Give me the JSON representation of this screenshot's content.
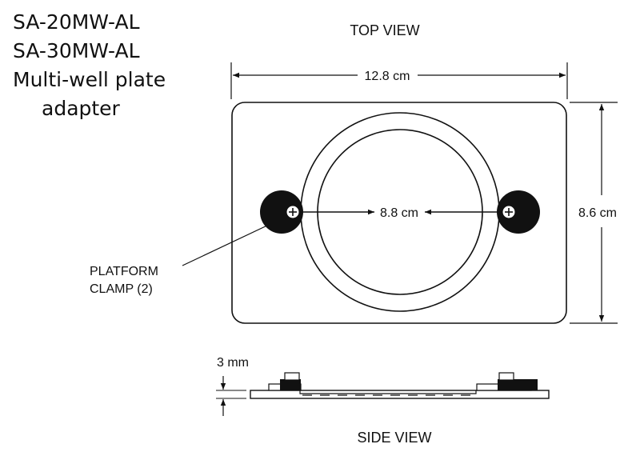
{
  "title_lines": [
    "SA-20MW-AL",
    "SA-30MW-AL",
    "Multi-well plate",
    "adapter"
  ],
  "views": {
    "top": "TOP VIEW",
    "side": "SIDE VIEW"
  },
  "dimensions": {
    "length": "12.8 cm",
    "width": "8.6 cm",
    "clamp_spacing": "8.8 cm",
    "thickness": "3 mm"
  },
  "callout": {
    "line1": "PLATFORM",
    "line2": "CLAMP (2)"
  }
}
